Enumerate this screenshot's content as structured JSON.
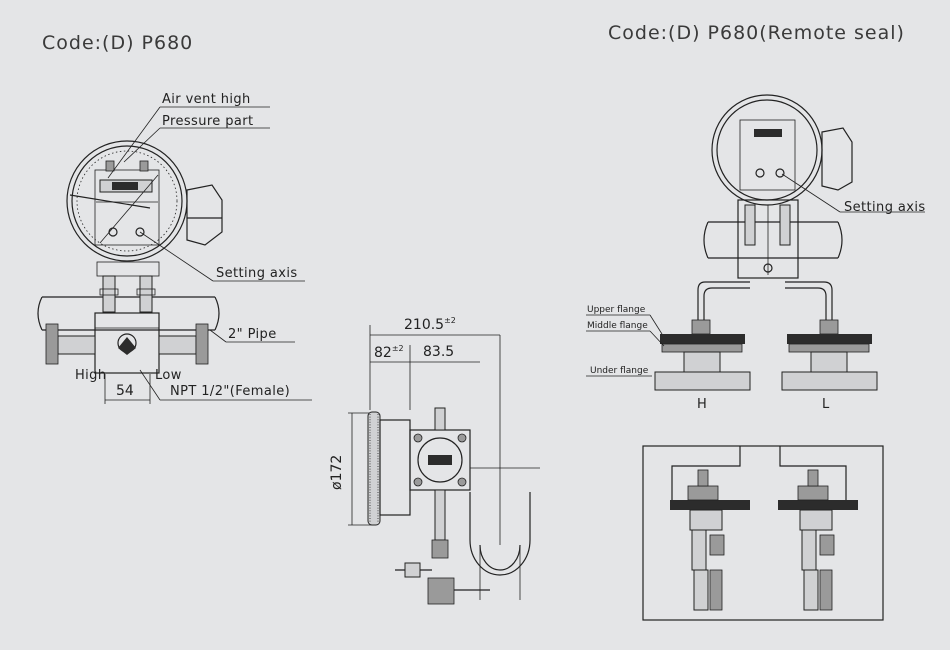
{
  "titles": {
    "left": "Code:(D)  P680",
    "right": "Code:(D)  P680(Remote  seal)"
  },
  "left_labels": {
    "air_vent": "Air  vent  high",
    "pressure_part": "Pressure  part",
    "setting_axis": "Setting  axis",
    "pipe": "2\"  Pipe",
    "high": "High",
    "low": "Low",
    "dim_54": "54",
    "npt": "NPT  1/2\"(Female)"
  },
  "side_dims": {
    "overall": "210.5",
    "overall_tol": "±2",
    "d82": "82",
    "d82_tol": "±2",
    "d83": "83.5",
    "dia": "ø172"
  },
  "right_labels": {
    "setting_axis": "Setting  axis",
    "upper_flange": "Upper  flange",
    "middle_flange": "Middle  flange",
    "under_flange": "Under  flange",
    "h": "H",
    "l": "L"
  }
}
